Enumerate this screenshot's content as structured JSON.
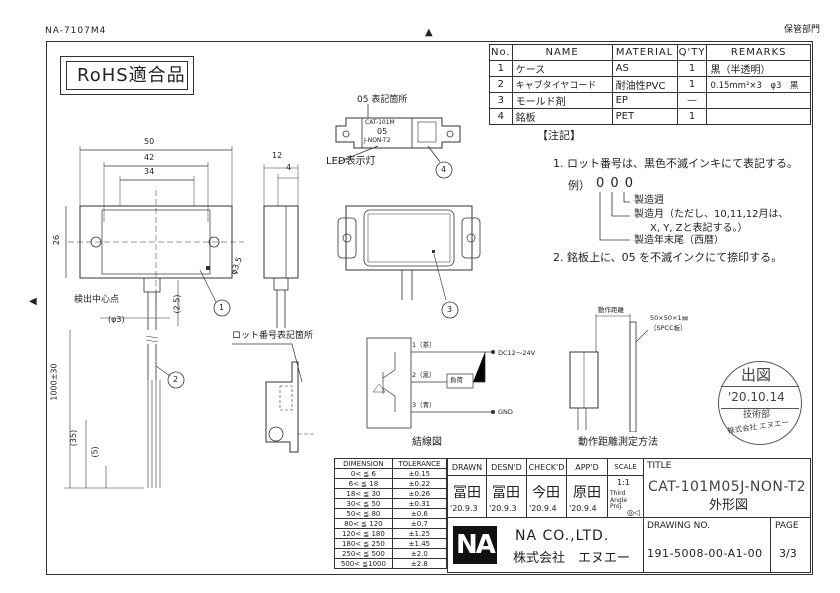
{
  "sheet": {
    "doc_code": "NA-7107M4",
    "storage_dept": "保管部門",
    "rohs_label": "RoHS適合品"
  },
  "parts_table": {
    "headers": [
      "No.",
      "NAME",
      "MATERIAL",
      "Q'TY",
      "REMARKS"
    ],
    "rows": [
      {
        "no": "1",
        "name": "ケース",
        "material": "AS",
        "qty": "1",
        "remarks": "黒（半透明）"
      },
      {
        "no": "2",
        "name": "キャブタイヤコード",
        "material": "耐油性PVC",
        "qty": "1",
        "remarks": "0.15mm²×3　φ3　黒"
      },
      {
        "no": "3",
        "name": "モールド剤",
        "material": "EP",
        "qty": "—",
        "remarks": ""
      },
      {
        "no": "4",
        "name": "銘板",
        "material": "PET",
        "qty": "1",
        "remarks": ""
      }
    ]
  },
  "notes": {
    "heading": "【注記】",
    "note1": "1.  ロット番号は、黒色不滅インキにて表記する。",
    "example_label": "例）",
    "example_code": "0 0 0",
    "week": "製造週",
    "month_line1": "製造月（ただし、10,11,12月は、",
    "month_line2": "X, Y, Zと表記する。）",
    "year": "製造年末尾（西暦）",
    "note2": "2.  銘板上に、05 を不滅インクにて捺印する。"
  },
  "label_plate": {
    "callout": "05 表記箇所",
    "model": "CAT-101M",
    "code": "05",
    "variant": "J-NON-T2",
    "balloon": "4",
    "led_label": "LED表示灯"
  },
  "dims": {
    "d50": "50",
    "d42": "42",
    "d34": "34",
    "d12": "12",
    "d4": "4",
    "d26": "26",
    "hole": "φ3.5",
    "d25": "(2.5)",
    "d3": "(φ3)",
    "cable_len": "1000±30",
    "d35": "(35)",
    "d5": "(5)",
    "center_label": "検出中心点",
    "b1": "1",
    "b2": "2",
    "b3": "3",
    "lot_label": "ロット番号表記箇所"
  },
  "wiring": {
    "title": "結線図",
    "brown": "1（茶）",
    "black": "2（黒）",
    "blue": "3（青）",
    "load": "負荷",
    "supply": "DC12～24V",
    "gnd": "GND"
  },
  "measure": {
    "title": "動作距離測定方法",
    "distance": "動作距離",
    "plate1": "50×50×1㎜",
    "plate2": "（SPCC板）"
  },
  "stamp": {
    "top": "出図",
    "date": "'20.10.14",
    "dept": "技術部",
    "company": "株式会社 エヌエー"
  },
  "tolerance": {
    "headers": [
      "DIMENSION",
      "TOLERANCE"
    ],
    "rows": [
      [
        "0<   ≦   6",
        "±0.15"
      ],
      [
        "6<   ≦  18",
        "±0.22"
      ],
      [
        "18<  ≦  30",
        "±0.26"
      ],
      [
        "30<  ≦  50",
        "±0.31"
      ],
      [
        "50<  ≦  80",
        "±0.6"
      ],
      [
        "80<  ≦ 120",
        "±0.7"
      ],
      [
        "120< ≦ 180",
        "±1.25"
      ],
      [
        "180< ≦ 250",
        "±1.45"
      ],
      [
        "250< ≦ 500",
        "±2.0"
      ],
      [
        "500< ≦1000",
        "±2.8"
      ]
    ]
  },
  "title_block": {
    "drawn": "DRAWN",
    "desnd": "DESN'D",
    "checkd": "CHECK'D",
    "appd": "APP'D",
    "scale": "SCALE",
    "title": "TITLE",
    "scale_val": "1:1",
    "angle": "Third Angle Proj.",
    "sig_drawn": "冨田",
    "sig_desnd": "冨田",
    "sig_check": "今田",
    "sig_app": "原田",
    "date_drawn": "'20.9.3",
    "date_desnd": "'20.9.3",
    "date_check": "'20.9.4",
    "date_app": "'20.9.4",
    "part_number": "CAT-101M05J-NON-T2",
    "drawing_type": "外形図",
    "company_en": "NA CO.,LTD.",
    "company_jp": "株式会社　エヌエー",
    "drawing_no_label": "DRAWING NO.",
    "drawing_no": "191-5008-00-A1-00",
    "page_label": "PAGE",
    "page": "3/3",
    "logo": "NA"
  }
}
